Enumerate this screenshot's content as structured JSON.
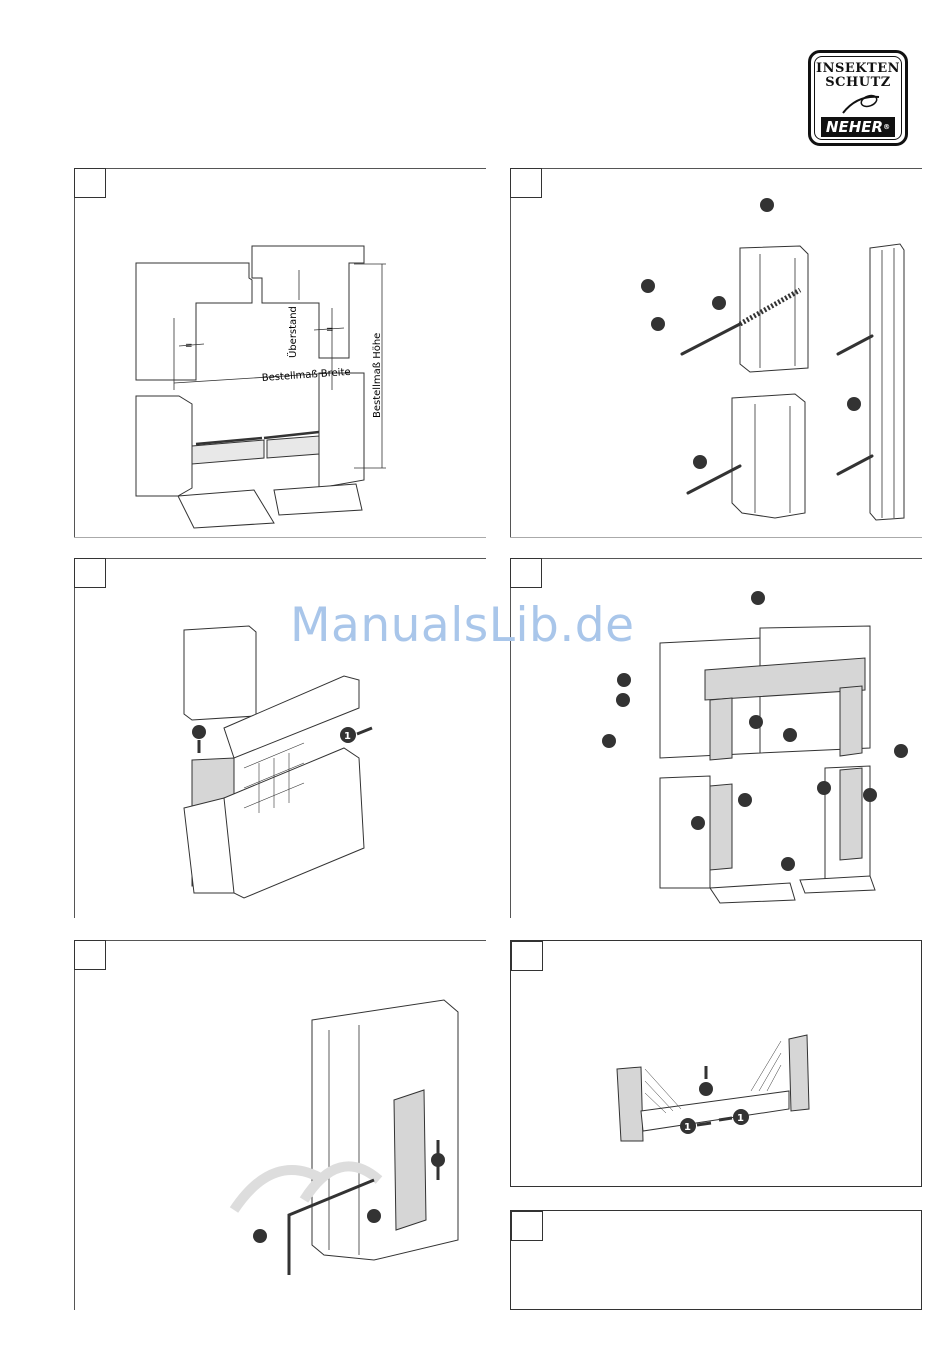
{
  "logo": {
    "line1": "INSEKTEN",
    "line2": "SCHUTZ",
    "brand": "NEHER",
    "registered": "®"
  },
  "watermark": "ManualsLib.de",
  "panels": [
    {
      "id": "step-1",
      "labels": {
        "width": "Bestellmaß Breite",
        "height": "Bestellmaß Höhe",
        "overhang": "Überstand",
        "equal_left": "=",
        "equal_right": "="
      }
    },
    {
      "id": "step-2"
    },
    {
      "id": "step-3",
      "arrow_number": "1"
    },
    {
      "id": "step-4"
    },
    {
      "id": "step-5"
    },
    {
      "id": "step-6",
      "arrow_numbers": [
        "1",
        "1"
      ]
    },
    {
      "id": "step-7"
    }
  ],
  "colors": {
    "line": "#333333",
    "profile_fill": "#d6d6d6",
    "watermark": "#a9c6ea"
  }
}
